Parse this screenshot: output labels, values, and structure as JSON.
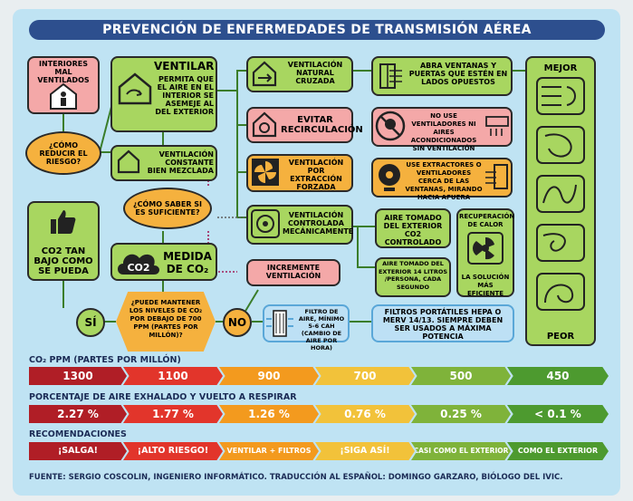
{
  "title": "PREVENCIÓN DE ENFERMEDADES DE TRANSMISIÓN AÉREA",
  "nodes": {
    "interiores": "INTERIORES MAL VENTILADOS",
    "ventilar_title": "VENTILAR",
    "ventilar_desc": "PERMITA QUE EL AIRE EN EL INTERIOR SE ASEMEJE AL DEL EXTERIOR",
    "como_reducir": "¿CÓMO REDUCIR EL RIESGO?",
    "vent_constante": "VENTILACIÓN CONSTANTE BIEN MEZCLADA",
    "como_saber": "¿CÓMO SABER SI ES SUFICIENTE?",
    "co2_bajo": "CO2 TAN BAJO COMO SE PUEDA",
    "medida_title": "MEDIDA DE CO₂",
    "co2_icon": "CO2",
    "puede_mantener": "¿PUEDE MANTENER LOS NIVELES DE CO₂ POR DEBAJO DE 700 PPM (PARTES POR MILLÓN)?",
    "si": "SÍ",
    "no": "NO",
    "vent_natural": "VENTILACIÓN NATURAL CRUZADA",
    "abra_ventanas": "ABRA VENTANAS Y PUERTAS QUE ESTÉN EN LADOS OPUESTOS",
    "evitar": "EVITAR RECIRCULACIÓN",
    "no_use": "NO USE VENTILADORES NI AIRES ACONDICIONADOS SIN VENTILACIÓN",
    "vent_extraccion": "VENTILACIÓN POR EXTRACCIÓN FORZADA",
    "use_extractores": "USE EXTRACTORES O VENTILADORES CERCA DE LAS VENTANAS, MIRANDO HACIA AFUERA",
    "vent_controlada": "VENTILACIÓN CONTROLADA MECÁNICAMENTE",
    "aire_co2": "AIRE TOMADO DEL EXTERIOR CO2 CONTROLADO",
    "aire_litros": "AIRE TOMADO DEL EXTERIOR 14 LITROS /PERSONA, CADA SEGUNDO",
    "recuperacion": "RECUPERACIÓN DE CALOR",
    "solucion": "LA SOLUCIÓN MÁS EFICIENTE",
    "incremente": "INCREMENTE VENTILACIÓN",
    "filtro": "FILTRO DE AIRE, MÍNIMO 5-6 CAH (CAMBIO DE AIRE POR HORA)",
    "filtros_portatiles": "FILTROS PORTÁTILES HEPA O MERV 14/13. SIEMPRE DEBEN SER USADOS A MÁXIMA POTENCIA",
    "mejor": "MEJOR",
    "peor": "PEOR"
  },
  "bands": {
    "ppm_title": "CO₂ PPM (PARTES POR MILLÓN)",
    "ppm": [
      "1300",
      "1100",
      "900",
      "700",
      "500",
      "450"
    ],
    "aire_title": "PORCENTAJE DE AIRE EXHALADO Y VUELTO A RESPIRAR",
    "aire": [
      "2.27 %",
      "1.77 %",
      "1.26 %",
      "0.76 %",
      "0.25 %",
      "< 0.1 %"
    ],
    "rec_title": "RECOMENDACIONES",
    "rec": [
      "¡SALGA!",
      "¡ALTO RIESGO!",
      "VENTILAR + FILTROS",
      "¡SIGA ASÍ!",
      "CASI COMO EL EXTERIOR",
      "COMO EL EXTERIOR"
    ]
  },
  "colors": {
    "band": [
      "#b01e26",
      "#e2352b",
      "#f39a1e",
      "#f2c23a",
      "#7fb33a",
      "#4d9a2f"
    ]
  },
  "source": "FUENTE: SERGIO COSCOLIN, INGENIERO INFORMÁTICO. TRADUCCIÓN AL ESPAÑOL: DOMINGO GARZARO, BIÓLOGO DEL IVIC."
}
